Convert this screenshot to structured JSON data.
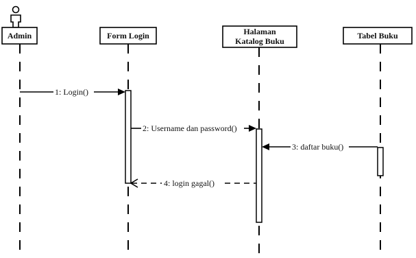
{
  "diagram": {
    "type": "sequence",
    "participants": [
      {
        "id": "admin",
        "kind": "actor",
        "label": "Admin"
      },
      {
        "id": "form",
        "kind": "object",
        "label": "Form Login"
      },
      {
        "id": "katalog",
        "kind": "object",
        "label_line1": "Halaman",
        "label_line2": "Katalog Buku"
      },
      {
        "id": "tabel",
        "kind": "object",
        "label": "Tabel Buku"
      }
    ],
    "messages": [
      {
        "text": "1: Login()",
        "from": "admin",
        "to": "form",
        "style": "solid"
      },
      {
        "text": "2: Username dan password()",
        "from": "form",
        "to": "katalog",
        "style": "solid"
      },
      {
        "text": "3: daftar buku()",
        "from": "tabel",
        "to": "katalog",
        "style": "solid"
      },
      {
        "text": "4: login gagal()",
        "from": "katalog",
        "to": "form",
        "style": "dashed"
      }
    ]
  }
}
